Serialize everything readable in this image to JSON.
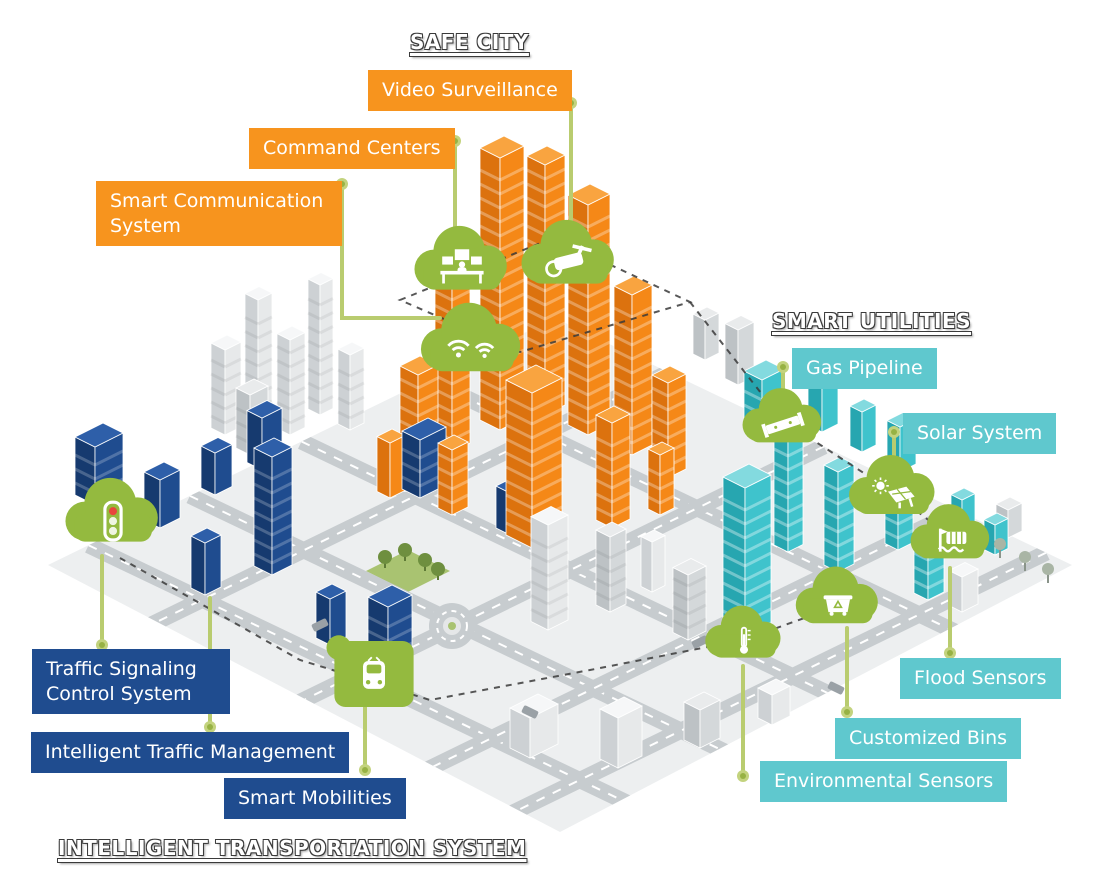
{
  "title": "Smart City Infographic",
  "colors": {
    "safe_city_orange": "#F7941E",
    "utilities_teal": "#5FC8CE",
    "transportation_navy": "#1F4C8F",
    "cloud_green": "#94BA3F",
    "connector_green": "#B9CC6F",
    "connector_dot_green": "#97B244",
    "dashed_line": "#3A3A3A",
    "road_gray": "#C7CCCF",
    "ground_gray": "#EDEFF0",
    "header_text": "#FFFFFF"
  },
  "icons": [
    "command-desk-icon",
    "cctv-camera-icon",
    "dual-wifi-icon",
    "traffic-light-icon",
    "train-icon",
    "gas-pipeline-icon",
    "solar-panel-icon",
    "flood-sensor-icon",
    "recycle-bin-icon",
    "thermometer-icon"
  ],
  "sections": {
    "safe_city": {
      "title": "SAFE CITY",
      "color": "#F7941E",
      "labels": [
        {
          "text": "Video Surveillance",
          "icon": "cctv-camera-icon"
        },
        {
          "text": "Command Centers",
          "icon": "command-desk-icon"
        },
        {
          "text": "Smart Communication System",
          "icon": "dual-wifi-icon"
        }
      ]
    },
    "smart_utilities": {
      "title": "SMART UTILITIES",
      "color": "#5FC8CE",
      "labels": [
        {
          "text": "Gas Pipeline",
          "icon": "gas-pipeline-icon"
        },
        {
          "text": "Solar System",
          "icon": "solar-panel-icon"
        },
        {
          "text": "Flood Sensors",
          "icon": "flood-sensor-icon"
        },
        {
          "text": "Customized Bins",
          "icon": "recycle-bin-icon"
        },
        {
          "text": "Environmental Sensors",
          "icon": "thermometer-icon"
        }
      ]
    },
    "intelligent_transportation": {
      "title": "INTELLIGENT TRANSPORTATION SYSTEM",
      "color": "#1F4C8F",
      "labels": [
        {
          "text": "Traffic Signaling Control System",
          "icon": "traffic-light-icon"
        },
        {
          "text": "Intelligent Traffic Management",
          "icon": null
        },
        {
          "text": "Smart Mobilities",
          "icon": "train-icon"
        }
      ]
    }
  }
}
